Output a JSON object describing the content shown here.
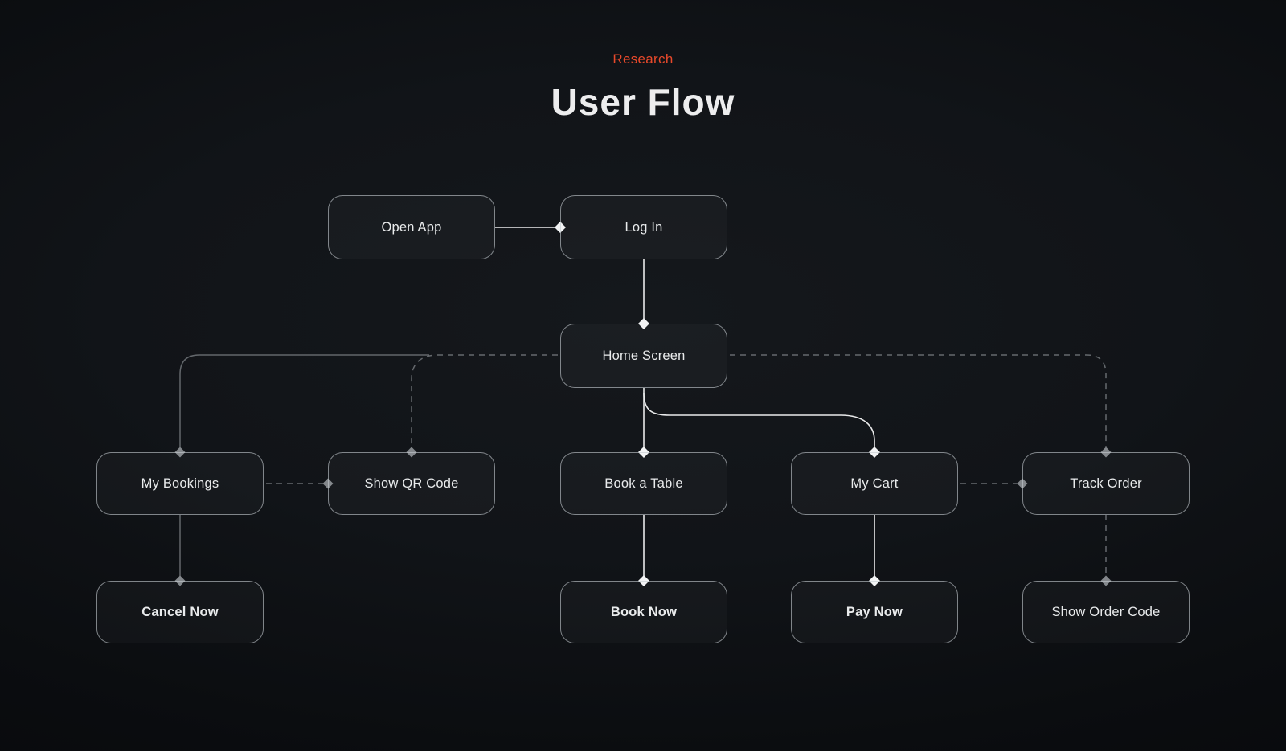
{
  "header": {
    "eyebrow": "Research",
    "title": "User Flow"
  },
  "colors": {
    "accent": "#e8492b",
    "background": "#0d1013",
    "node_border": "#8a8e92",
    "node_text": "#e9ebec",
    "edge_bright": "#e9eaeb",
    "edge_dim": "#63676b",
    "edge_dashed": "#74787c"
  },
  "nodes": {
    "open_app": {
      "label": "Open App"
    },
    "log_in": {
      "label": "Log In"
    },
    "home_screen": {
      "label": "Home Screen"
    },
    "my_bookings": {
      "label": "My Bookings"
    },
    "show_qr_code": {
      "label": "Show QR Code"
    },
    "book_a_table": {
      "label": "Book a Table"
    },
    "my_cart": {
      "label": "My Cart"
    },
    "track_order": {
      "label": "Track Order"
    },
    "cancel_now": {
      "label": "Cancel Now"
    },
    "book_now": {
      "label": "Book Now"
    },
    "pay_now": {
      "label": "Pay Now"
    },
    "show_order_code": {
      "label": "Show Order Code"
    }
  },
  "edges": [
    {
      "from": "open_app",
      "to": "log_in",
      "style": "solid",
      "tone": "bright"
    },
    {
      "from": "log_in",
      "to": "home_screen",
      "style": "solid",
      "tone": "bright"
    },
    {
      "from": "home_screen",
      "to": "my_bookings",
      "style": "solid",
      "tone": "dim"
    },
    {
      "from": "home_screen",
      "to": "show_qr_code",
      "style": "dashed",
      "tone": "dim"
    },
    {
      "from": "home_screen",
      "to": "book_a_table",
      "style": "solid",
      "tone": "bright"
    },
    {
      "from": "home_screen",
      "to": "my_cart",
      "style": "solid",
      "tone": "bright"
    },
    {
      "from": "home_screen",
      "to": "track_order",
      "style": "dashed",
      "tone": "dim"
    },
    {
      "from": "my_bookings",
      "to": "show_qr_code",
      "style": "dashed",
      "tone": "dim"
    },
    {
      "from": "my_bookings",
      "to": "cancel_now",
      "style": "solid",
      "tone": "dim"
    },
    {
      "from": "book_a_table",
      "to": "book_now",
      "style": "solid",
      "tone": "bright"
    },
    {
      "from": "my_cart",
      "to": "pay_now",
      "style": "solid",
      "tone": "bright"
    },
    {
      "from": "my_cart",
      "to": "track_order",
      "style": "dashed",
      "tone": "dim"
    },
    {
      "from": "track_order",
      "to": "show_order_code",
      "style": "dashed",
      "tone": "dim"
    }
  ]
}
